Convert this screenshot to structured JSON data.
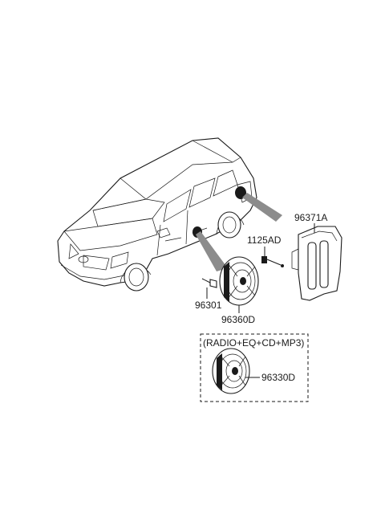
{
  "parts": {
    "rear_speaker_cover": "96371A",
    "screw": "1125AD",
    "front_speaker": "96360D",
    "speaker_screw": "96301",
    "option_speaker": "96330D"
  },
  "option_box": {
    "caption": "(RADIO+EQ+CD+MP3)"
  },
  "colors": {
    "line": "#1a1a1a",
    "leader_fill": "#8c8c8c",
    "background": "#ffffff"
  }
}
